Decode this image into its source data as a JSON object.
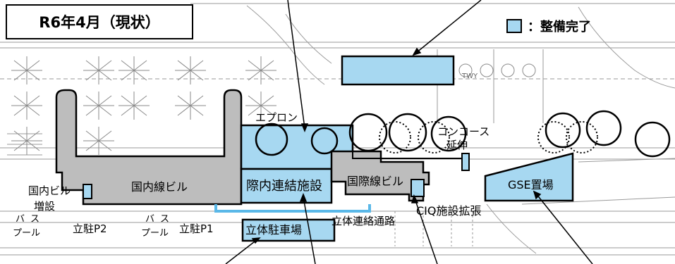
{
  "title": "R6年4月（現状）",
  "legend": {
    "label": "：整備完了",
    "swatch_color": "#a7d8f1"
  },
  "colors": {
    "building": "#bdbdbd",
    "completed": "#a7d8f1",
    "corridor": "#5ab8e8",
    "outline": "#000000"
  },
  "labels": {
    "apron": "エプロン",
    "concourse_1": "コンコース",
    "concourse_2": "延伸",
    "domestic_terminal": "国内線ビル",
    "intl_connection": "際内連結施設",
    "intl_terminal": "国際線ビル",
    "gse_area": "GSE置場",
    "domestic_ext_1": "国内ビル",
    "domestic_ext_2": "増設",
    "ciq_expansion": "CIQ施設拡張",
    "multilevel_parking": "立体駐車場",
    "connecting_passage": "立体連絡通路",
    "bus_pool_left_1": "バス",
    "bus_pool_left_2": "プール",
    "parking_p2": "立駐P2",
    "bus_pool_mid_1": "バス",
    "bus_pool_mid_2": "プール",
    "parking_p1": "立駐P1",
    "twy": "TWY"
  }
}
